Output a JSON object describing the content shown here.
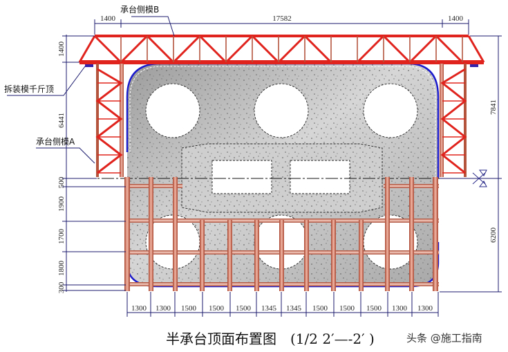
{
  "title": "半承台顶面布置图（1/2 2′—-2′）",
  "title_main": "半承台顶面布置图",
  "title_section": "(1/2  2′—-2′ )",
  "watermark": "头条 @施工指南",
  "labels": {
    "side_form_b": "承台侧模B",
    "jack": "拆装模千斤顶",
    "side_form_a": "承台侧模A"
  },
  "dimensions": {
    "top": [
      "1400",
      "17582",
      "1400"
    ],
    "left": [
      "1400",
      "6441",
      "500",
      "1900",
      "1700",
      "1800",
      "300"
    ],
    "right": [
      "7841",
      "6200"
    ],
    "bottom": [
      "1300",
      "1300",
      "1500",
      "1500",
      "1500",
      "1345",
      "1345",
      "1500",
      "1500",
      "1500",
      "1300",
      "1300"
    ]
  },
  "colors": {
    "truss_red": "#e0231c",
    "frame_brown": "#b4543c",
    "dim_line": "#1a1a6e",
    "concrete": "#bdbdbd",
    "form_blue": "#1a1acc"
  }
}
